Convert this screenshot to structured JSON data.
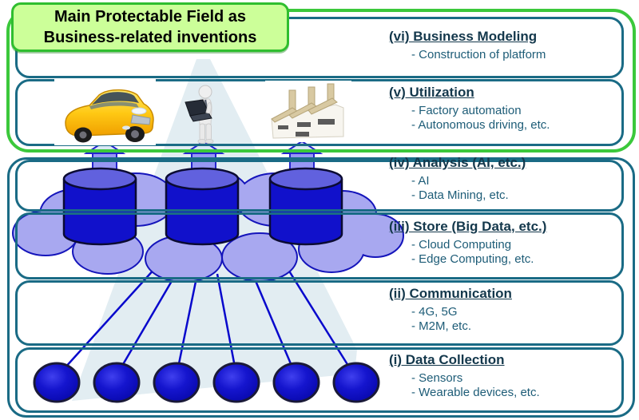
{
  "banner": {
    "line1": "Main Protectable Field as",
    "line2": "Business-related inventions"
  },
  "layers": [
    {
      "numeral": "vi",
      "title": "(vi) Business Modeling",
      "items": [
        "- Construction of platform"
      ]
    },
    {
      "numeral": "v",
      "title": "(v) Utilization",
      "items": [
        "- Factory automation",
        "- Autonomous driving, etc."
      ]
    },
    {
      "numeral": "iv",
      "title": "(iv) Analysis (AI, etc.)",
      "items": [
        "- AI",
        "- Data Mining, etc."
      ]
    },
    {
      "numeral": "iii",
      "title": "(iii) Store (Big Data, etc.)",
      "items": [
        "- Cloud Computing",
        "- Edge Computing, etc."
      ]
    },
    {
      "numeral": "ii",
      "title": "(ii) Communication",
      "items": [
        "- 4G, 5G",
        "- M2M, etc."
      ]
    },
    {
      "numeral": "i",
      "title": "(i) Data Collection",
      "items": [
        "- Sensors",
        "- Wearable devices, etc."
      ]
    }
  ],
  "graphics": {
    "icons": [
      "car-image",
      "person-with-laptop-image",
      "factory-image",
      "cloud-shape",
      "database-cylinder-icon",
      "up-arrow-icon",
      "sensor-node-icon",
      "funnel-triangle"
    ],
    "database_cylinder_count": 3,
    "up_arrow_count": 3,
    "sensor_node_count": 6,
    "connection_line_count": 6
  },
  "colors": {
    "banner_fill": "#ccff99",
    "highlight_green": "#33cc33",
    "layer_border_teal": "#1a6b85",
    "heading_text": "#14384c",
    "item_text": "#1d5c77",
    "cloud_fill": "#a8a8f0",
    "cylinder_blue": "#1111cb",
    "cylinder_top_blue": "#6161de",
    "sensor_node_blue": "#1515ce",
    "connection_line_blue": "#0808cc",
    "funnel_triangle_fill": "#e2edf2",
    "arrow_shaft_fill": "#9797f5"
  }
}
